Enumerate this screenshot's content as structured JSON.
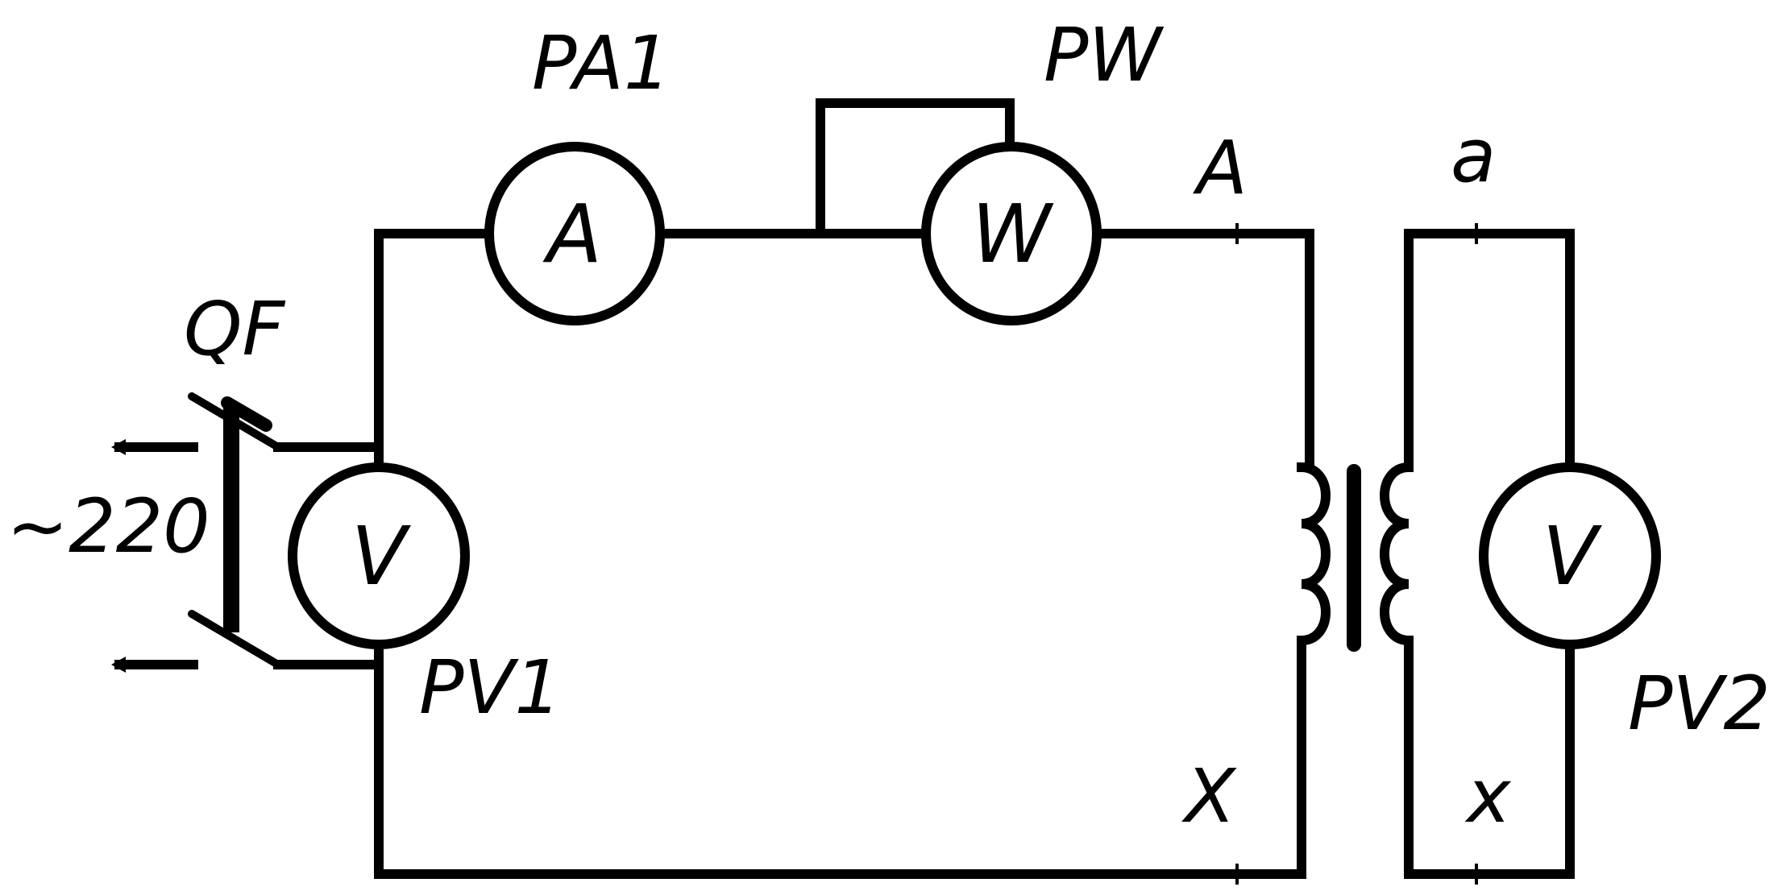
{
  "labels": {
    "pa1": "PA1",
    "pw": "PW",
    "qf": "QF",
    "supply": "~220",
    "pv1": "PV1",
    "pv2": "PV2",
    "primary_start": "A",
    "secondary_start": "a",
    "primary_end": "X",
    "secondary_end": "x"
  },
  "meters": {
    "ammeter_symbol": "A",
    "wattmeter_symbol": "W",
    "voltmeter1_symbol": "V",
    "voltmeter2_symbol": "V"
  }
}
